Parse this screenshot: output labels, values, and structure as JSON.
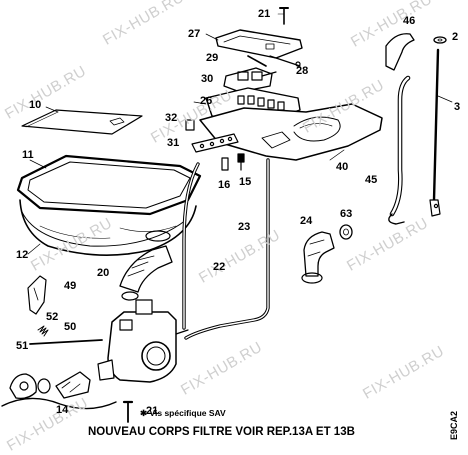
{
  "watermark": "FIX-HUB.RU",
  "labels": {
    "p2": "2",
    "p3": "3",
    "p10": "10",
    "p11": "11",
    "p12": "12",
    "p14": "14",
    "p15": "15",
    "p16": "16",
    "p20": "20",
    "p21_top": "21",
    "p21_bottom": "21",
    "p22": "22",
    "p23": "23",
    "p24": "24",
    "p26": "26",
    "p27": "27",
    "p28": "28",
    "p29": "29",
    "p30": "30",
    "p31": "31",
    "p32": "32",
    "p40": "40",
    "p45": "45",
    "p46": "46",
    "p49": "49",
    "p50": "50",
    "p51": "51",
    "p52": "52",
    "p63": "63"
  },
  "note": "✱ Vis spécifique SAV",
  "caption": "NOUVEAU CORPS FILTRE VOIR REP.13A ET 13B",
  "diagram_code": "E9CA2"
}
